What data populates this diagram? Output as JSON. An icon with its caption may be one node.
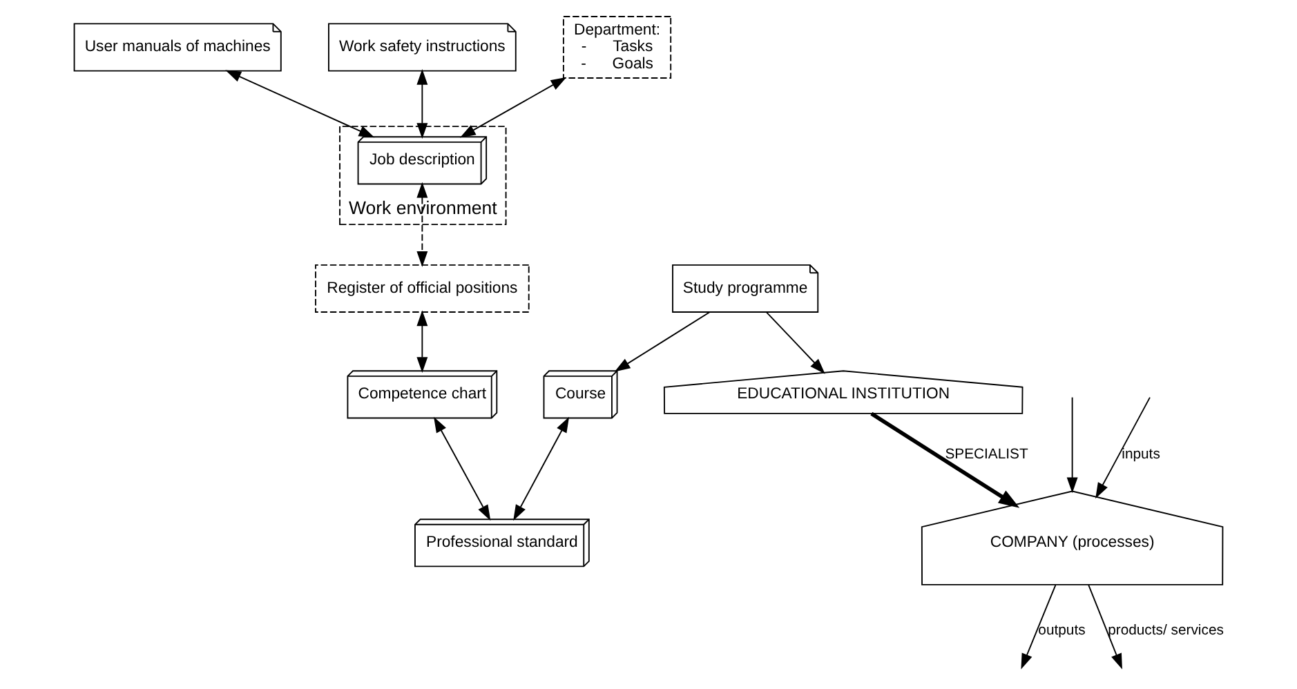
{
  "diagram": {
    "nodes": [
      {
        "text": [
          "COMPANY (processes)"
        ]
      },
      {
        "text": [
          "EDUCATIONAL INSTITUTION"
        ]
      },
      {
        "text": [
          "User manuals of machines"
        ]
      },
      {
        "text": [
          "Work safety instructions"
        ]
      },
      {
        "text": [
          "Department:",
          "-      Tasks",
          "-      Goals"
        ]
      },
      {
        "text": [
          "Work environment"
        ]
      },
      {
        "text": [
          "Job description"
        ],
        "in": 5
      },
      {
        "text": [
          "Study programme"
        ]
      },
      {
        "text": [
          "Course"
        ]
      },
      {
        "text": [
          "Register of official positions"
        ]
      },
      {
        "text": [
          "Competence chart"
        ]
      },
      {
        "text": [
          "Professional standard"
        ]
      }
    ],
    "edges": [
      {
        "from": null,
        "to": 0,
        "arrow": "to",
        "label": "inputs"
      },
      {
        "from": null,
        "to": 0,
        "arrow": "to"
      },
      {
        "from": 0,
        "to": null,
        "arrow": "to",
        "label": "outputs"
      },
      {
        "from": 0,
        "to": null,
        "arrow": "to",
        "label": "products/ services"
      },
      {
        "from": 1,
        "to": 0,
        "arrow": "to",
        "label": "SPECIALIST",
        "style": "thick"
      },
      {
        "from": 2,
        "to": 6,
        "arrow": "both"
      },
      {
        "from": 3,
        "to": 6,
        "arrow": "both"
      },
      {
        "from": 4,
        "to": 6,
        "arrow": "both"
      },
      {
        "from": 6,
        "to": 9,
        "arrow": "both",
        "style": "dashed"
      },
      {
        "from": 9,
        "to": 10,
        "arrow": "both"
      },
      {
        "from": 10,
        "to": 11,
        "arrow": "both"
      },
      {
        "from": 7,
        "to": 1,
        "arrow": "to"
      },
      {
        "from": 7,
        "to": 8,
        "arrow": "to"
      },
      {
        "from": 8,
        "to": 11,
        "arrow": "both"
      }
    ]
  }
}
